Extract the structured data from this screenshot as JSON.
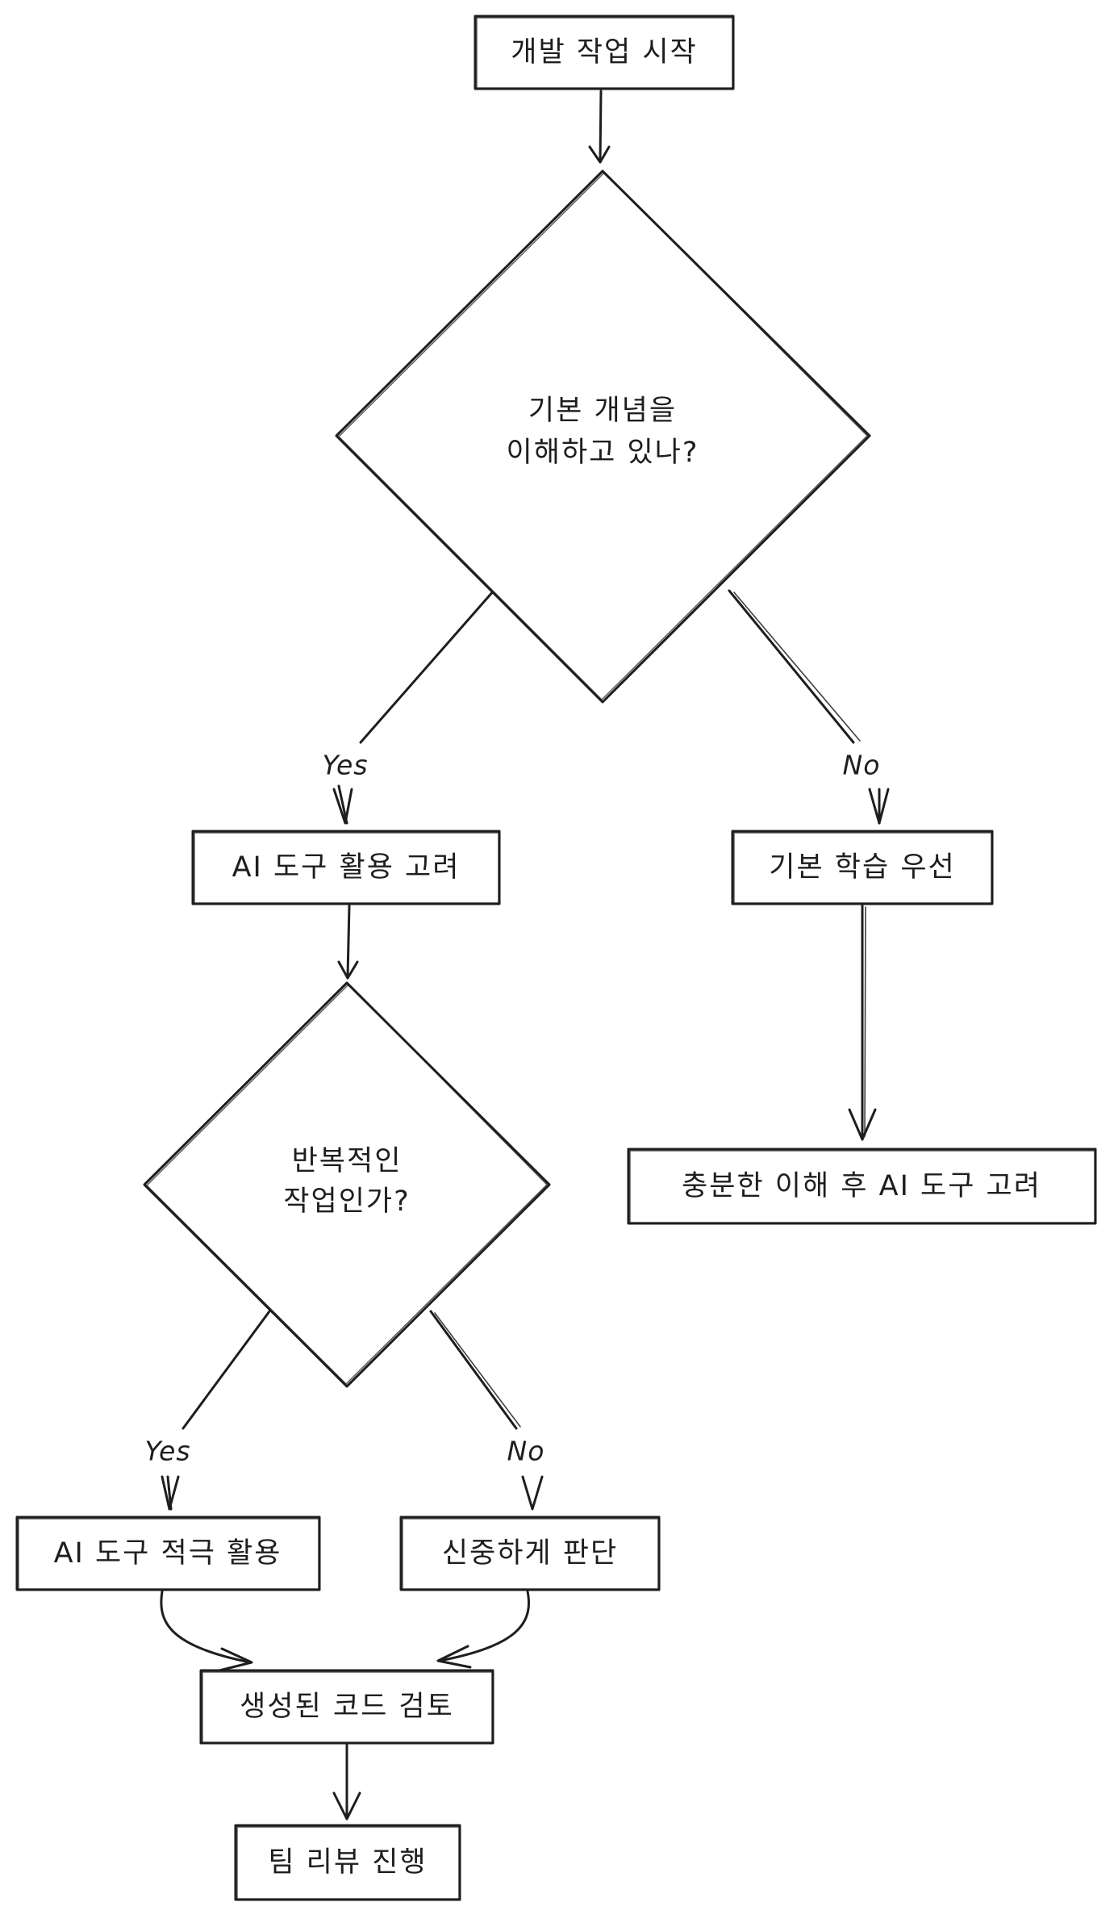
{
  "nodes": {
    "start": "개발 작업 시작",
    "decision_concept_line1": "기본 개념을",
    "decision_concept_line2": "이해하고 있나?",
    "consider_ai": "AI 도구 활용 고려",
    "basic_learning": "기본 학습 우선",
    "decision_repetitive_line1": "반복적인",
    "decision_repetitive_line2": "작업인가?",
    "after_understanding": "충분한 이해 후 AI 도구 고려",
    "use_ai": "AI 도구 적극 활용",
    "careful": "신중하게 판단",
    "review_code": "생성된 코드 검토",
    "team_review": "팀 리뷰 진행"
  },
  "edge_labels": {
    "concept_yes": "Yes",
    "concept_no": "No",
    "repetitive_yes": "Yes",
    "repetitive_no": "No"
  },
  "colors": {
    "stroke": "#1e1e1e",
    "background": "#ffffff"
  }
}
